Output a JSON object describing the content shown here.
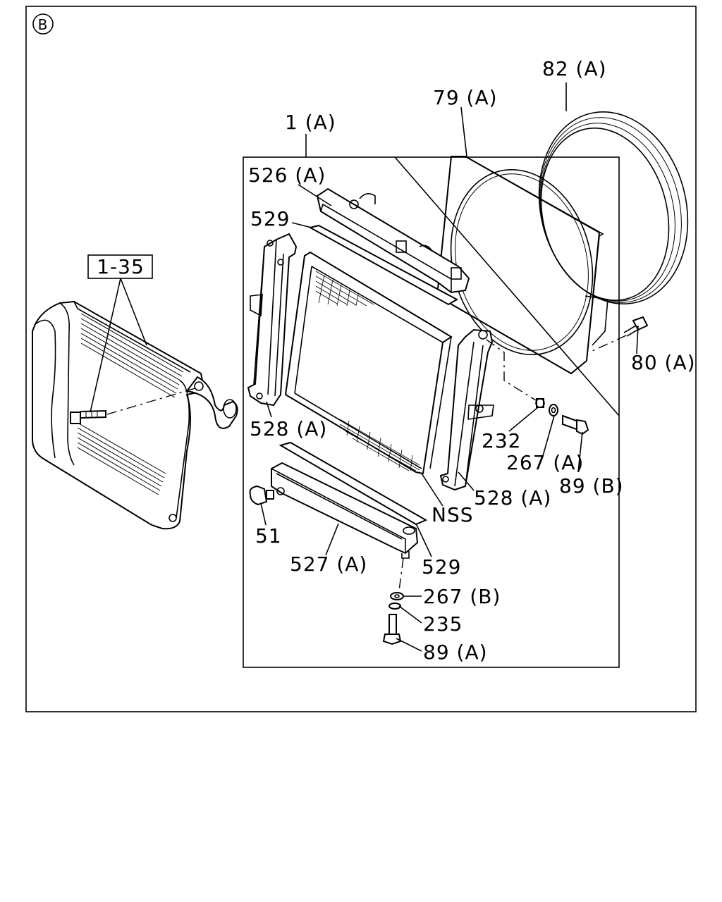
{
  "section_marker": "B",
  "reference_box": "1-35",
  "labels": {
    "assembly": "1 (A)",
    "fan_ring": "82 (A)",
    "shroud": "79 (A)",
    "upper_tank": "526 (A)",
    "upper_seal": "529",
    "side_bracket_left": "528 (A)",
    "side_bracket_right": "528 (A)",
    "shroud_bolt": "80 (A)",
    "drain_fitting": "232",
    "washer_a": "267 (A)",
    "bolt_b": "89 (B)",
    "core": "NSS",
    "drain_plug": "51",
    "lower_tank": "527 (A)",
    "lower_seal": "529",
    "washer_b": "267 (B)",
    "nut": "235",
    "bolt_a": "89 (A)"
  }
}
